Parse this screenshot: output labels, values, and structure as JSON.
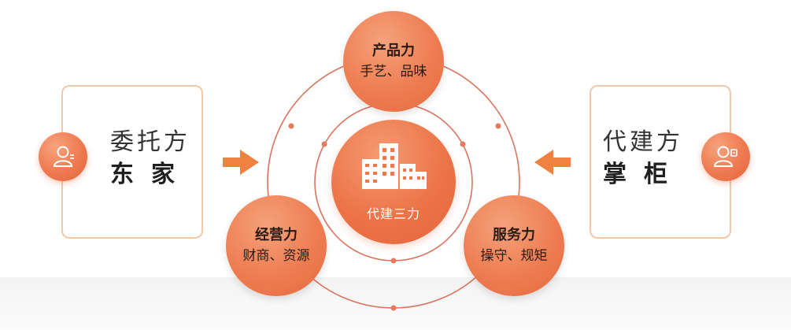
{
  "colors": {
    "accent": "#ee7a50",
    "ring": "#d9745f",
    "card_border": "#f2c9a8"
  },
  "left_card": {
    "title": "委托方",
    "subtitle": "东家",
    "icon": "person-icon"
  },
  "right_card": {
    "title": "代建方",
    "subtitle": "掌柜",
    "icon": "person-badge-icon"
  },
  "center": {
    "label": "代建三力",
    "icon": "building-icon"
  },
  "nodes": {
    "product": {
      "title": "产品力",
      "subtitle": "手艺、品味"
    },
    "operation": {
      "title": "经营力",
      "subtitle": "财商、资源"
    },
    "service": {
      "title": "服务力",
      "subtitle": "操守、规矩"
    }
  }
}
